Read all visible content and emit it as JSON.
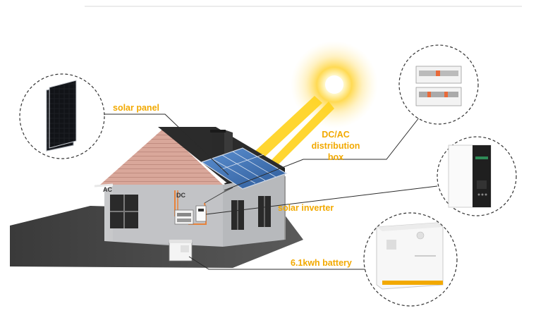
{
  "labels": {
    "solar_panel": "solar panel",
    "distribution_box_line1": "DC/AC",
    "distribution_box_line2": "distribution",
    "distribution_box_line3": "box",
    "solar_inverter": "solar inverter",
    "battery": "6.1kwh battery",
    "wire_ac": "AC",
    "wire_dc": "DC"
  },
  "colors": {
    "label": "#f2a900",
    "sun": "#ffd21f",
    "beam": "#ffd21f",
    "wire_dc": "#e8823a",
    "roof": "#2b2b2b",
    "panel": "#3d6fb3"
  },
  "icons": [
    "sun-icon",
    "house-illustration",
    "solar-panel-icon",
    "distribution-box-icon",
    "inverter-icon",
    "battery-icon"
  ]
}
